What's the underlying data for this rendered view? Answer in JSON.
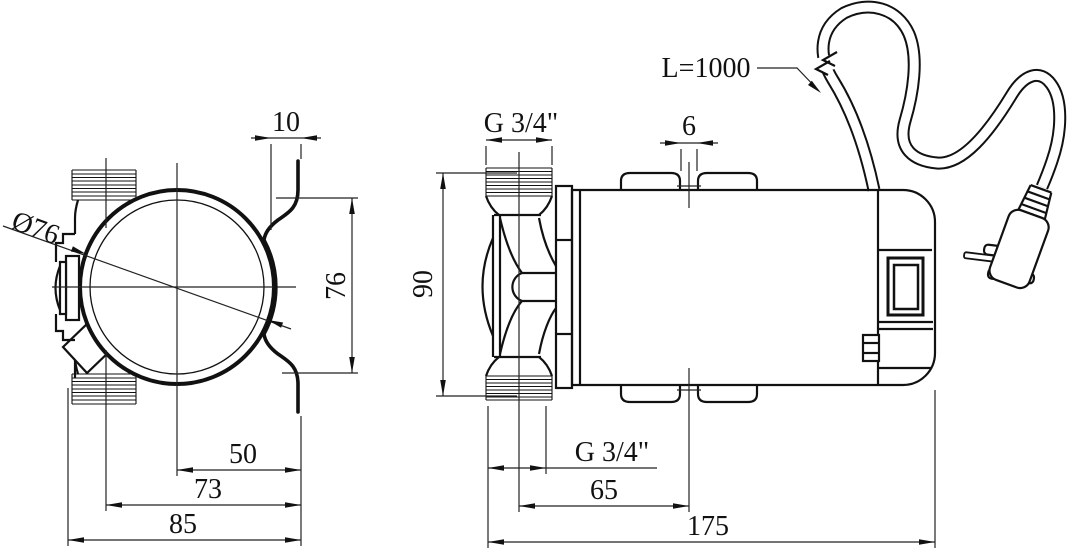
{
  "drawing": {
    "type": "technical-dimension-drawing",
    "units": "mm",
    "line_color": "#111111",
    "background": "#ffffff",
    "front_view": {
      "diameter": "Ø76",
      "tab_offset": "10",
      "bracket_span": "76",
      "center_to_bracket": "50",
      "port_to_bracket": "73",
      "overall_width": "85"
    },
    "side_view": {
      "inlet_thread": "G 3/4\"",
      "lug_gap": "6",
      "overall_height": "90",
      "outlet_thread": "G 3/4\"",
      "center_to_lug": "65",
      "overall_length": "175",
      "cable_length": "L=1000"
    }
  }
}
